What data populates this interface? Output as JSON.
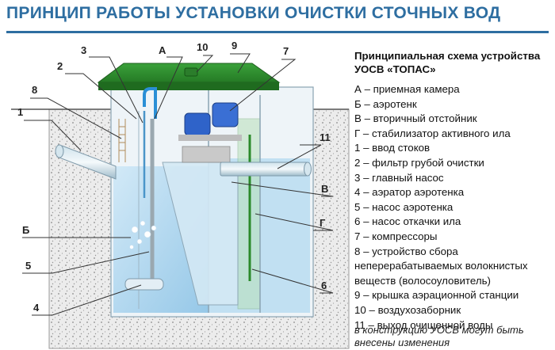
{
  "title": "ПРИНЦИП РАБОТЫ УСТАНОВКИ ОЧИСТКИ СТОЧНЫХ ВОД",
  "legend": {
    "heading_line1": "Принципиальная схема устройства",
    "heading_line2": "УОСВ «ТОПАС»",
    "items": [
      "А – приемная камера",
      "Б – аэротенк",
      "В – вторичный отстойник",
      "Г – стабилизатор активного ила",
      "1 – ввод стоков",
      "2 – фильтр грубой очистки",
      "3 – главный насос",
      "4 – аэратор аэротенка",
      "5 – насос аэротенка",
      "6 – насос откачки ила",
      "7 – компрессоры",
      "8 – устройство сбора",
      "неперерабатываемых волокнистых",
      "веществ (волосоуловитель)",
      "9 – крышка аэрационной станции",
      "10 – воздухозаборник",
      "11 – выход очищенной воды"
    ]
  },
  "note": {
    "line1": "в конструкцию УОСВ могут быть",
    "line2": "внесены изменения"
  },
  "callouts": {
    "c1": "1",
    "c2": "2",
    "c3": "3",
    "cA": "А",
    "c10": "10",
    "c9": "9",
    "c7": "7",
    "c8": "8",
    "c11": "11",
    "cV": "В",
    "cG": "Г",
    "cB": "Б",
    "c5": "5",
    "c4": "4",
    "c6": "6"
  },
  "colors": {
    "title": "#2e6ea1",
    "lid": "#2f8a2f",
    "water": "#a9d4ee",
    "soil": "#e9e9e9"
  }
}
